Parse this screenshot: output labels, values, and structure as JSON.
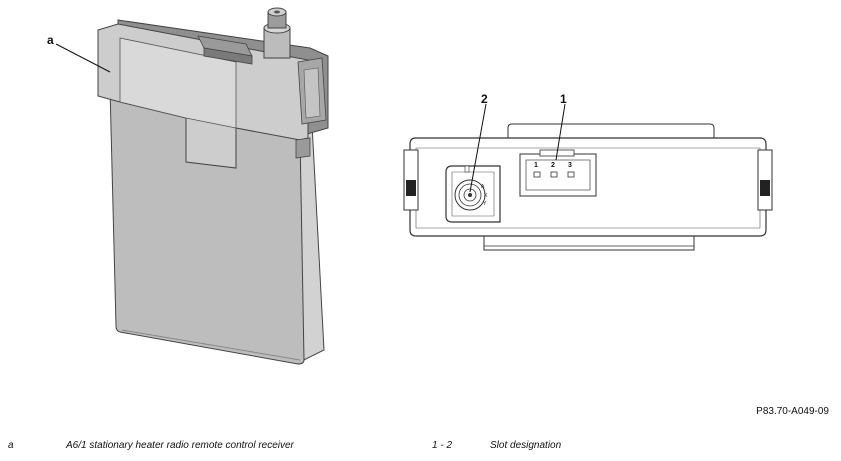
{
  "figure": {
    "reference_code": "P83.70-A049-09",
    "callouts": {
      "a": "a",
      "one": "1",
      "two": "2"
    },
    "pin_labels": [
      "1",
      "2",
      "3"
    ],
    "antenna_marks": {
      "a": "A",
      "x": "X",
      "y": "Y"
    }
  },
  "legend": [
    {
      "key": "a",
      "text": "A6/1 stationary heater radio remote control receiver"
    },
    {
      "key": "1 - 2",
      "text": "Slot designation"
    }
  ]
}
